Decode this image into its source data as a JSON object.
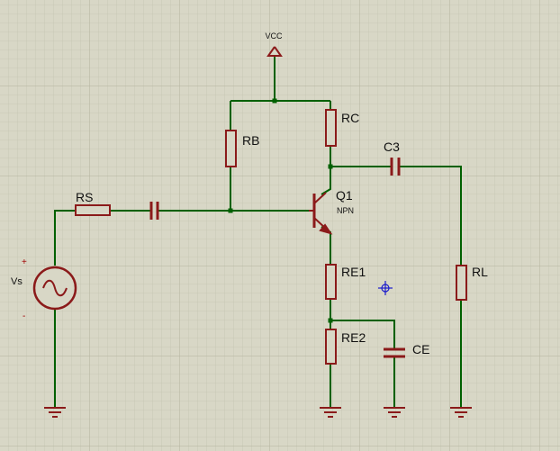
{
  "colors": {
    "background": "#d8d7c6",
    "grid_minor": "#c6c5b2",
    "grid_major": "#b4b39e",
    "wire": "#006000",
    "component": "#8b1a1a",
    "component_fill": "#d8d7c6",
    "junction": "#006000",
    "cursor": "#1a1acc"
  },
  "labels": {
    "vcc": "VCC",
    "rb": "RB",
    "rc": "RC",
    "rs": "RS",
    "q1": "Q1",
    "q1_type": "NPN",
    "c3": "C3",
    "re1": "RE1",
    "re2": "RE2",
    "ce": "CE",
    "rl": "RL",
    "vs": "Vs",
    "vs_plus": "+",
    "vs_minus": "-"
  },
  "icons": {
    "source": "ac-source-icon",
    "ground": "ground-icon",
    "power": "power-arrow-icon",
    "transistor": "npn-transistor-icon",
    "cursor": "crosshair-cursor-icon"
  }
}
